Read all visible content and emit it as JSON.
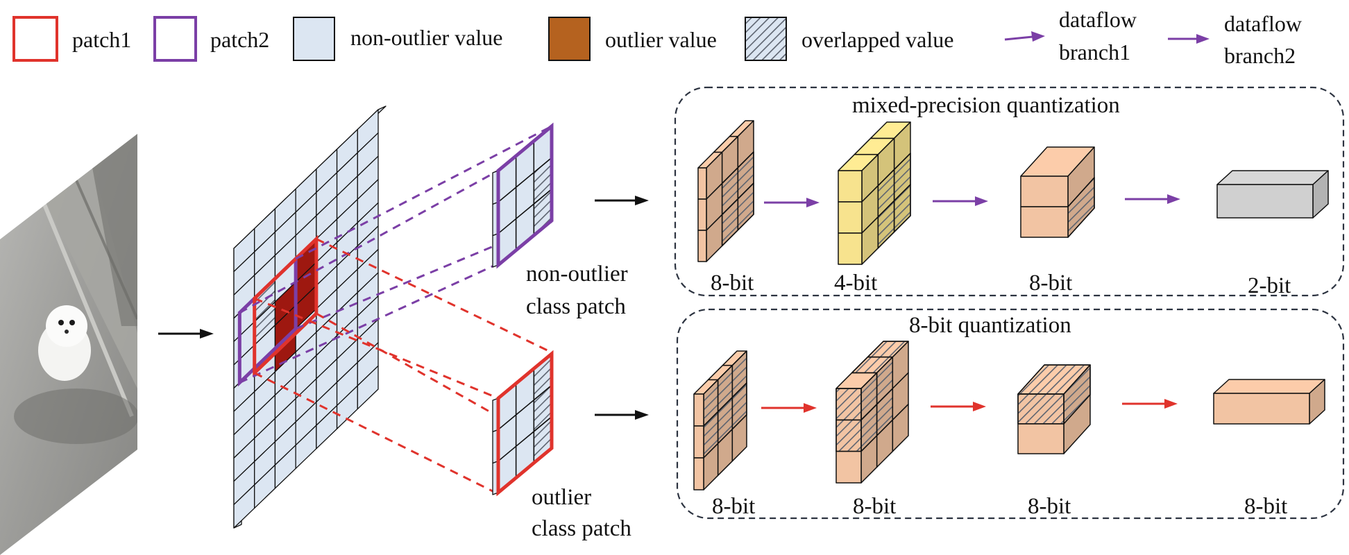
{
  "legend": {
    "patch1": "patch1",
    "patch2": "patch2",
    "non_outlier_value": "non-outlier value",
    "outlier_value": "outlier value",
    "overlapped_value": "overlapped value",
    "dataflow_branch1": [
      "dataflow",
      "branch1"
    ],
    "dataflow_branch2": [
      "dataflow",
      "branch2"
    ]
  },
  "patches": {
    "non_outlier": [
      "non-outlier",
      "class patch"
    ],
    "outlier": [
      "outlier",
      "class patch"
    ]
  },
  "branch_top": {
    "title": "mixed-precision quantization",
    "bits": [
      "8-bit",
      "4-bit",
      "8-bit",
      "2-bit"
    ]
  },
  "branch_bottom": {
    "title": "8-bit quantization",
    "bits": [
      "8-bit",
      "8-bit",
      "8-bit",
      "8-bit"
    ]
  },
  "colors": {
    "patch1": "#e0332c",
    "patch2": "#7b3fa6",
    "non_outlier": "#dce6f2",
    "outlier": "#b5621f",
    "outlier_dark": "#9e1810",
    "cube_tan": "#f2c4a3",
    "cube_yellow": "#f7e38e",
    "cube_gray": "#d0d0d0"
  }
}
